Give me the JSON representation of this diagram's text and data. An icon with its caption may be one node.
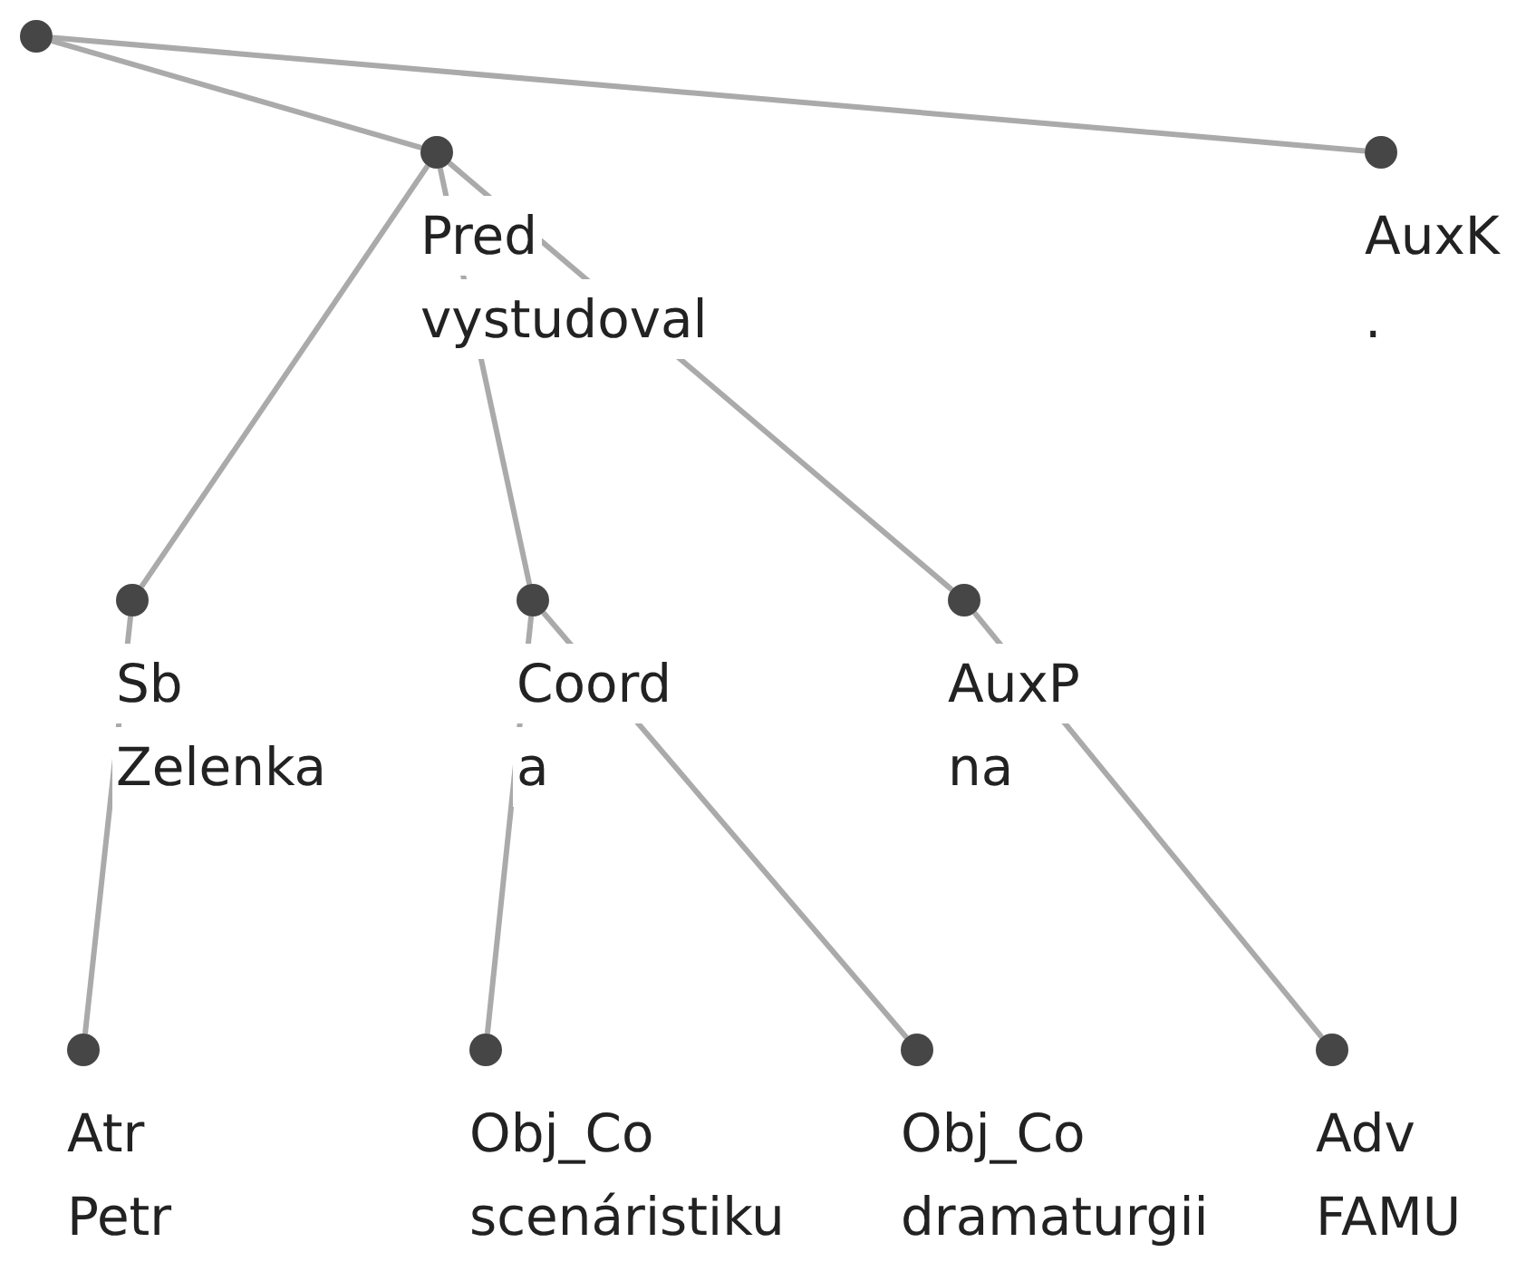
{
  "diagram": {
    "nodes": [
      {
        "text": [],
        "shape": "circle"
      },
      {
        "text": [],
        "shape": "circle",
        "beside": [
          "Pred",
          "vystudoval"
        ]
      },
      {
        "text": [],
        "shape": "circle",
        "beside": [
          "AuxK",
          "."
        ]
      },
      {
        "text": [],
        "shape": "circle",
        "beside": [
          "Sb",
          "Zelenka"
        ]
      },
      {
        "text": [],
        "shape": "circle",
        "beside": [
          "Coord",
          "a"
        ]
      },
      {
        "text": [],
        "shape": "circle",
        "beside": [
          "AuxP",
          "na"
        ]
      },
      {
        "text": [],
        "shape": "circle",
        "beside": [
          "Atr",
          "Petr"
        ]
      },
      {
        "text": [],
        "shape": "circle",
        "beside": [
          "Obj_Co",
          "scenáristiku"
        ]
      },
      {
        "text": [],
        "shape": "circle",
        "beside": [
          "Obj_Co",
          "dramaturgii"
        ]
      },
      {
        "text": [],
        "shape": "circle",
        "beside": [
          "Adv",
          "FAMU"
        ]
      }
    ],
    "edges": [
      {
        "from": 0,
        "to": 1,
        "arrow": "none"
      },
      {
        "from": 0,
        "to": 2,
        "arrow": "none"
      },
      {
        "from": 1,
        "to": 3,
        "arrow": "none"
      },
      {
        "from": 1,
        "to": 4,
        "arrow": "none"
      },
      {
        "from": 1,
        "to": 5,
        "arrow": "none"
      },
      {
        "from": 3,
        "to": 6,
        "arrow": "none"
      },
      {
        "from": 4,
        "to": 7,
        "arrow": "none"
      },
      {
        "from": 4,
        "to": 8,
        "arrow": "none"
      },
      {
        "from": 5,
        "to": 9,
        "arrow": "none"
      }
    ]
  }
}
